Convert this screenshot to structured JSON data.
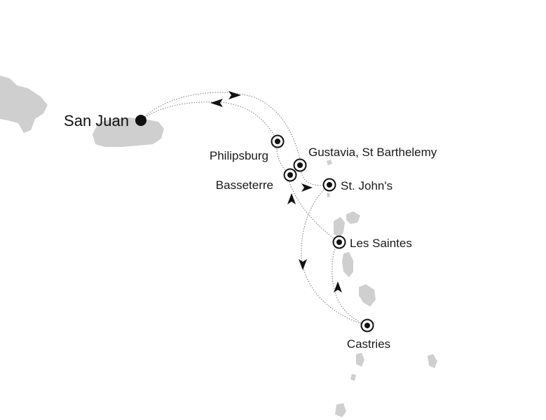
{
  "map": {
    "colors": {
      "land": "#cfcfcf",
      "route": "#7a7a7a",
      "marker": "#111111",
      "background": "#ffffff"
    },
    "home_port": {
      "name": "San Juan",
      "icon": "filled-dot-icon"
    },
    "ports": [
      {
        "name": "Philipsburg",
        "icon": "port-marker-icon"
      },
      {
        "name": "Gustavia, St Barthelemy",
        "icon": "port-marker-icon"
      },
      {
        "name": "Basseterre",
        "icon": "port-marker-icon"
      },
      {
        "name": "St. John's",
        "icon": "port-marker-icon"
      },
      {
        "name": "Les Saintes",
        "icon": "port-marker-icon"
      },
      {
        "name": "Castries",
        "icon": "port-marker-icon"
      }
    ],
    "route_direction_icon": "arrowhead-icon"
  }
}
